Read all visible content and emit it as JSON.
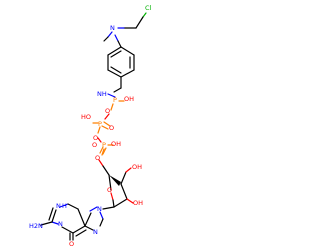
{
  "molecule": {
    "atoms": {
      "cl": "Cl",
      "n_amine": "N",
      "nh_amide": "NH",
      "p1": "P",
      "p1_oh": "OH",
      "p1_o_bridge": "O",
      "p2": "P",
      "p2_ho": "HO",
      "p2_o_double": "O",
      "p2_o_bridge": "O",
      "p3": "P",
      "p3_o_double": "O",
      "p3_oh": "OH",
      "p3_o_ester": "O",
      "ring_o": "O",
      "oh_3": "OH",
      "oh_2": "OH",
      "n9": "N",
      "n7": "N",
      "n3h": "N",
      "h_n3": "H",
      "n1": "N",
      "h2n": "H2N",
      "c6_o": "O"
    },
    "colors": {
      "carbon": "#000000",
      "oxygen": "#ff0000",
      "nitrogen": "#0000ff",
      "phosphorus": "#ff8000",
      "chlorine": "#00b000"
    }
  }
}
